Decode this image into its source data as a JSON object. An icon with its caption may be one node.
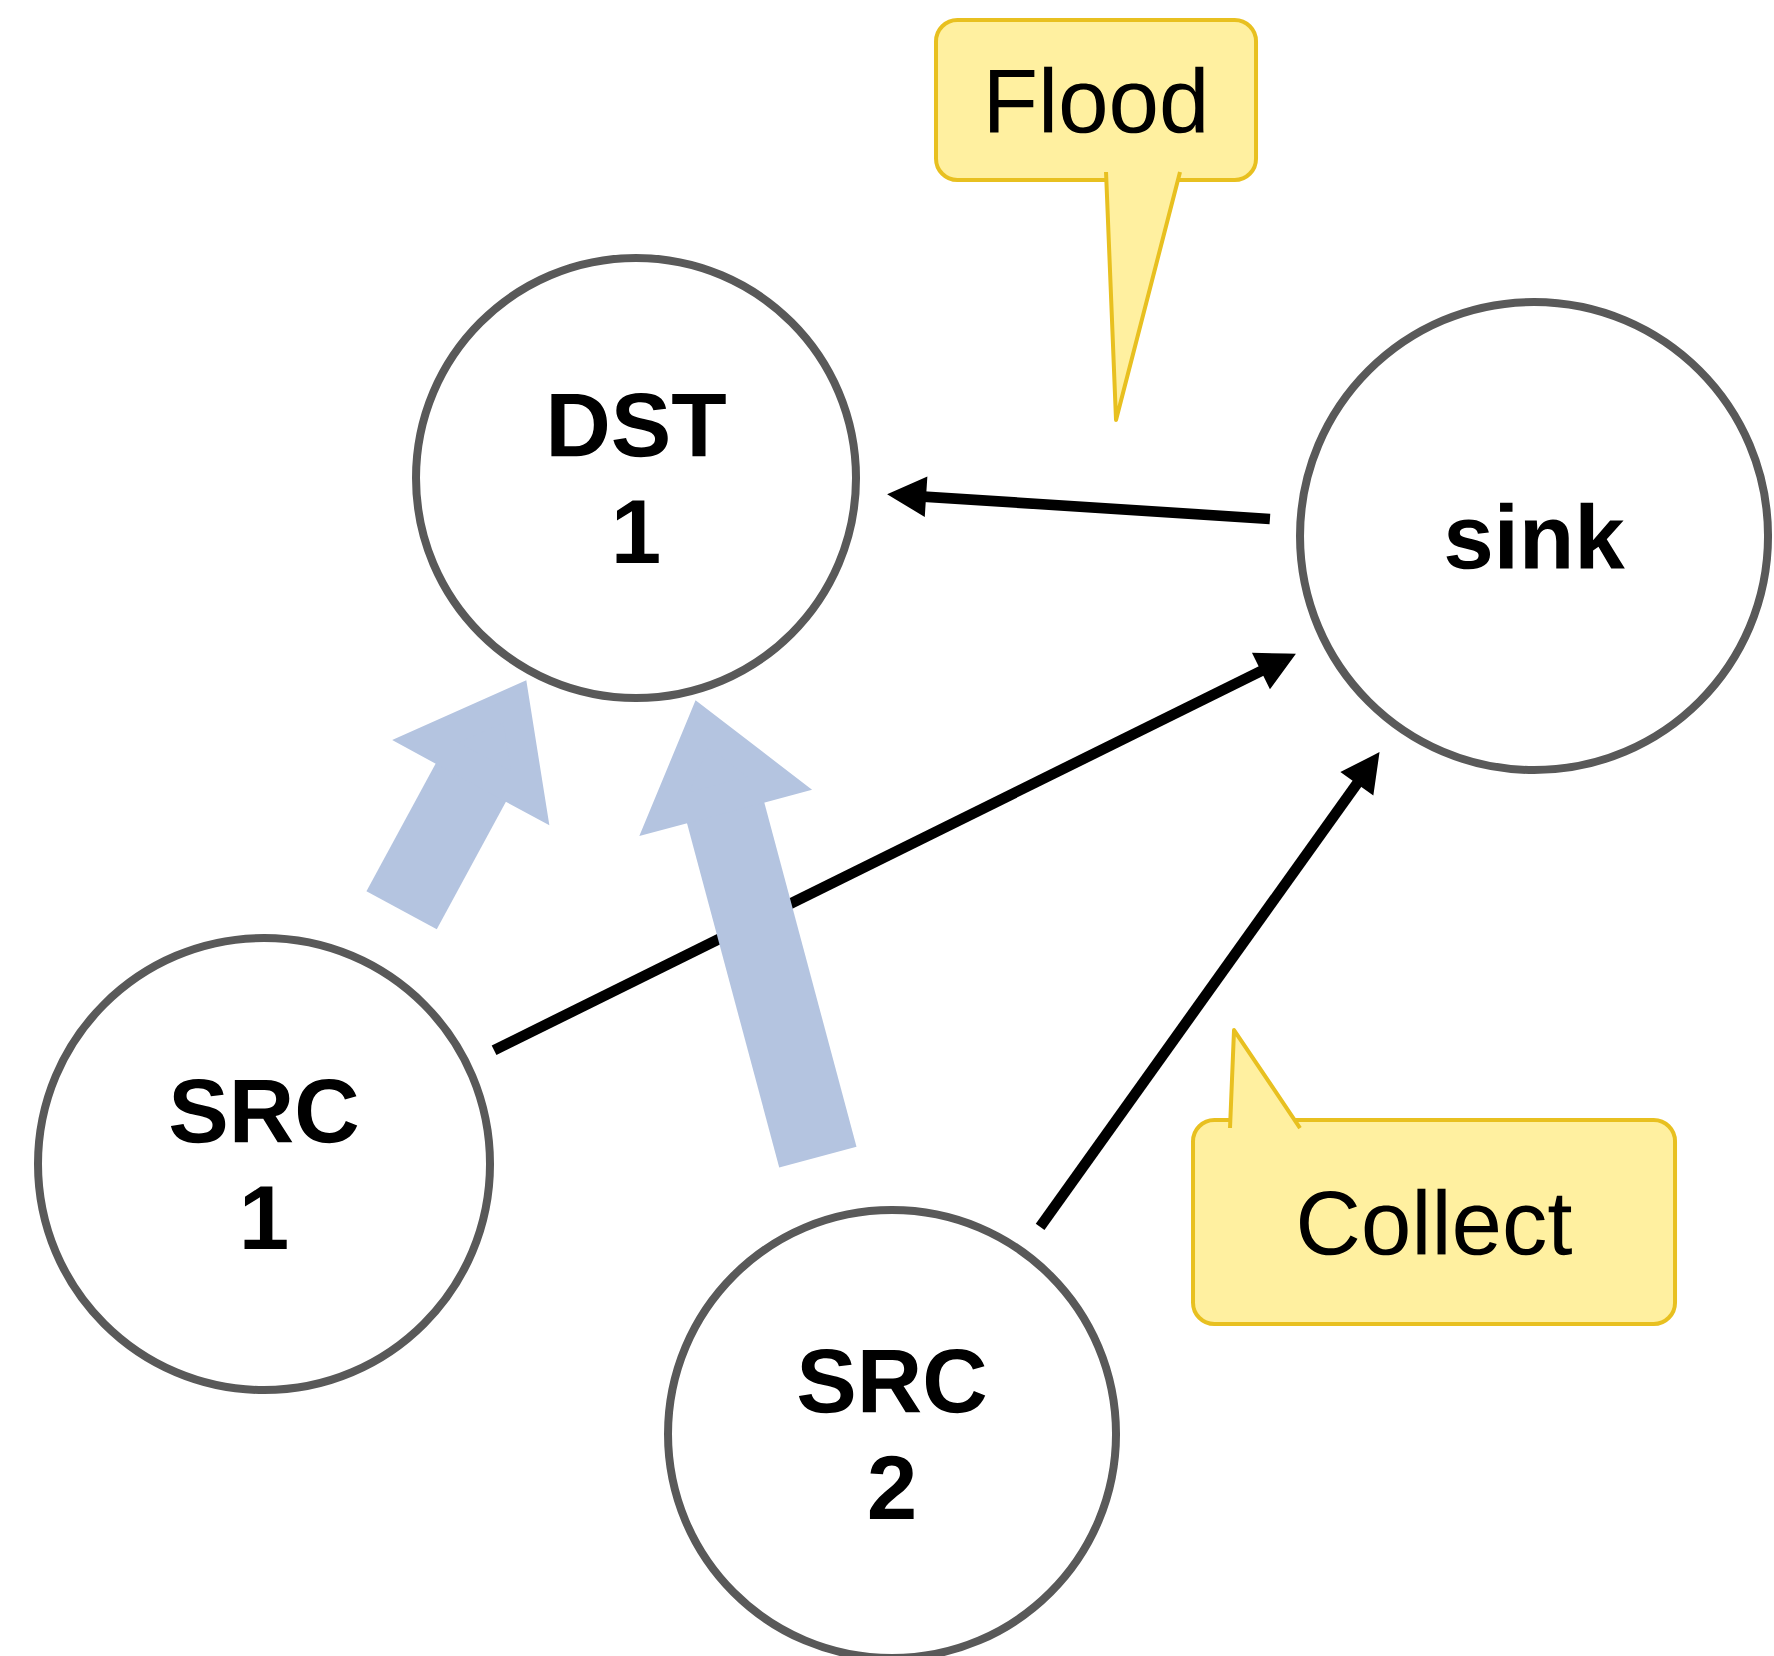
{
  "diagram": {
    "nodes": [
      {
        "text": [
          "DST 1"
        ]
      },
      {
        "text": [
          "sink"
        ]
      },
      {
        "text": [
          "SRC 1"
        ]
      },
      {
        "text": [
          "SRC 2"
        ]
      },
      {
        "text": [
          "Flood"
        ]
      },
      {
        "text": [
          "Collect"
        ]
      }
    ],
    "edges": [
      {
        "from": 1,
        "to": 0,
        "arrow": "to"
      },
      {
        "from": 2,
        "to": 1,
        "arrow": "to"
      },
      {
        "from": 3,
        "to": 1,
        "arrow": "to"
      },
      {
        "from": 2,
        "to": 0,
        "arrow": "to",
        "style": "thick",
        "color": "#b4c4e0"
      },
      {
        "from": 3,
        "to": 0,
        "arrow": "to",
        "style": "thick",
        "color": "#b4c4e0"
      }
    ]
  }
}
